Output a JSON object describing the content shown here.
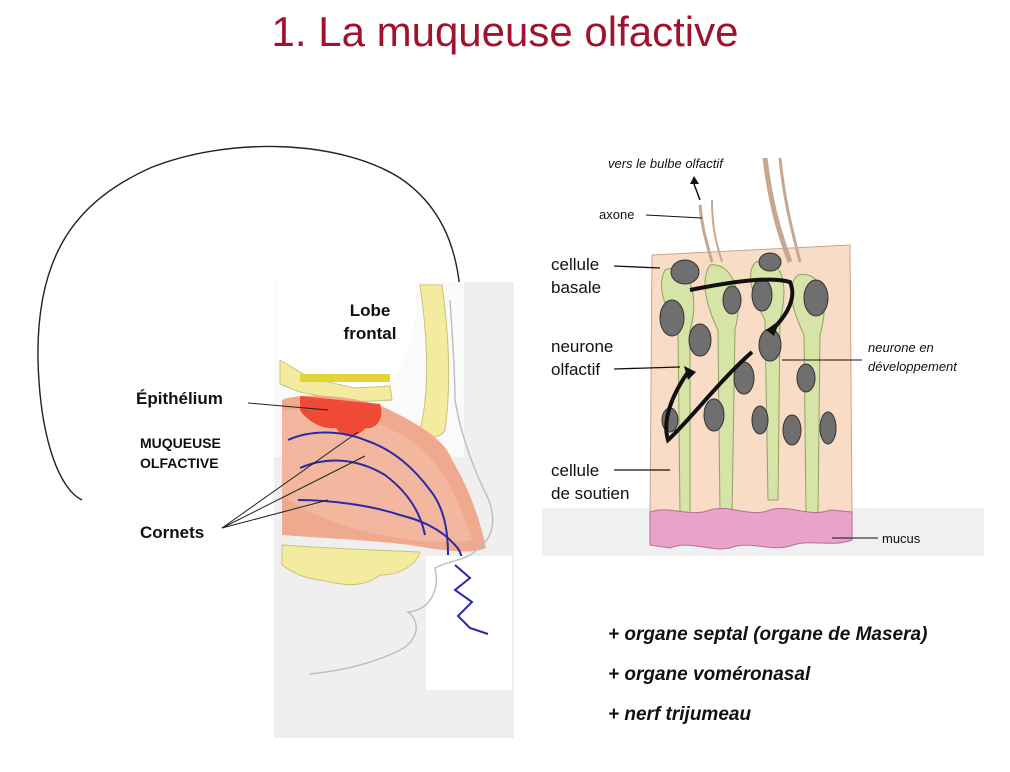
{
  "title": "1. La muqueuse olfactive",
  "head_diagram": {
    "lobe_frontal": [
      "Lobe",
      "frontal"
    ],
    "epithelium": "Épithélium",
    "muqueuse_olfactive": [
      "MUQUEUSE",
      "OLFACTIVE"
    ],
    "cornets": "Cornets"
  },
  "cell_diagram": {
    "vers_bulbe": "vers le bulbe olfactif",
    "axone": "axone",
    "cellule_basale": [
      "cellule",
      "basale"
    ],
    "neurone_olfactif": [
      "neurone",
      "olfactif"
    ],
    "neurone_developpement": [
      "neurone en",
      "développement"
    ],
    "cellule_soutien": [
      "cellule",
      "de soutien"
    ],
    "mucus": "mucus"
  },
  "bullets": [
    "+ organe septal (organe de Masera)",
    "+ organe voméronasal",
    "+ nerf trijumeau"
  ],
  "colors": {
    "title": "#a0122e",
    "bone": "#f3ec9e",
    "mucosa": "#eea98f",
    "epithelium": "#ee4a35",
    "nerve": "#2a2aa8",
    "cell_bg": "#f8dcc6",
    "support_cell": "#d7e4a8",
    "mucus": "#e7a3c9"
  }
}
